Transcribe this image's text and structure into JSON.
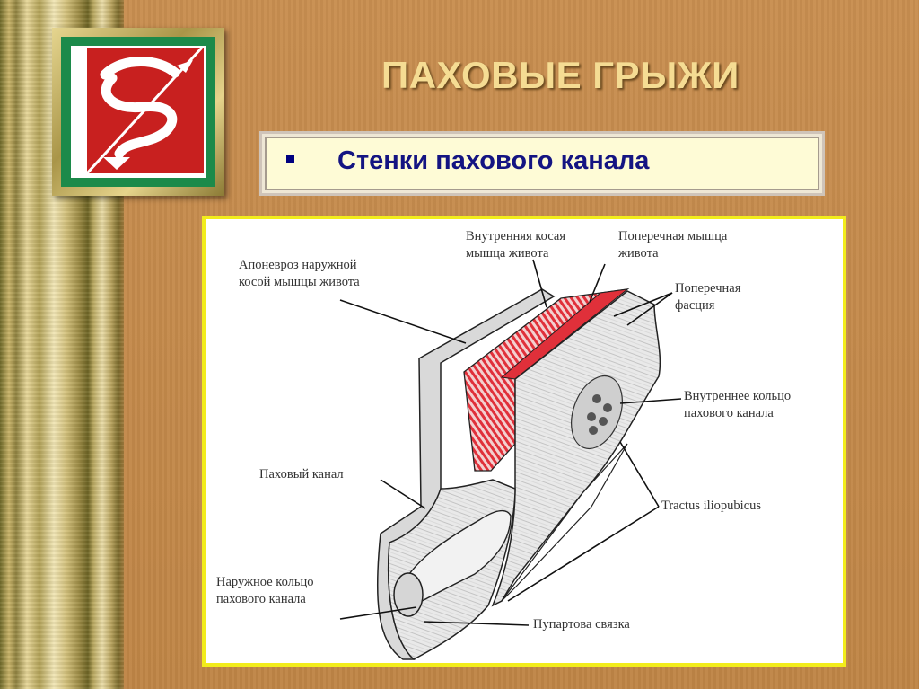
{
  "title": "ПАХОВЫЕ ГРЫЖИ",
  "subtitle": "Стенки пахового канала",
  "colors": {
    "background": "#c48a4c",
    "title": "#f5dc93",
    "subtitle_text": "#141482",
    "subtitle_box": "#fefbd6",
    "figure_border": "#f2ec1b",
    "muscle_red": "#e0303a",
    "logo_red": "#c8201f",
    "logo_green": "#1c8a4a"
  },
  "logo": {
    "icon": "snake-bowl-emblem-icon"
  },
  "diagram": {
    "labels": {
      "aponeurosis": "Апоневроз наружной\nкосой мышцы живота",
      "internal_oblique": "Внутренняя косая\nмышца живота",
      "transverse_muscle": "Поперечная мышца\nживота",
      "transverse_fascia": "Поперечная\nфасция",
      "internal_ring": "Внутреннее кольцо\nпахового канала",
      "inguinal_canal": "Паховый канал",
      "tractus": "Tractus iliopubicus",
      "external_ring": "Наружное кольцо\nпахового канала",
      "poupart": "Пупартова связка"
    }
  }
}
